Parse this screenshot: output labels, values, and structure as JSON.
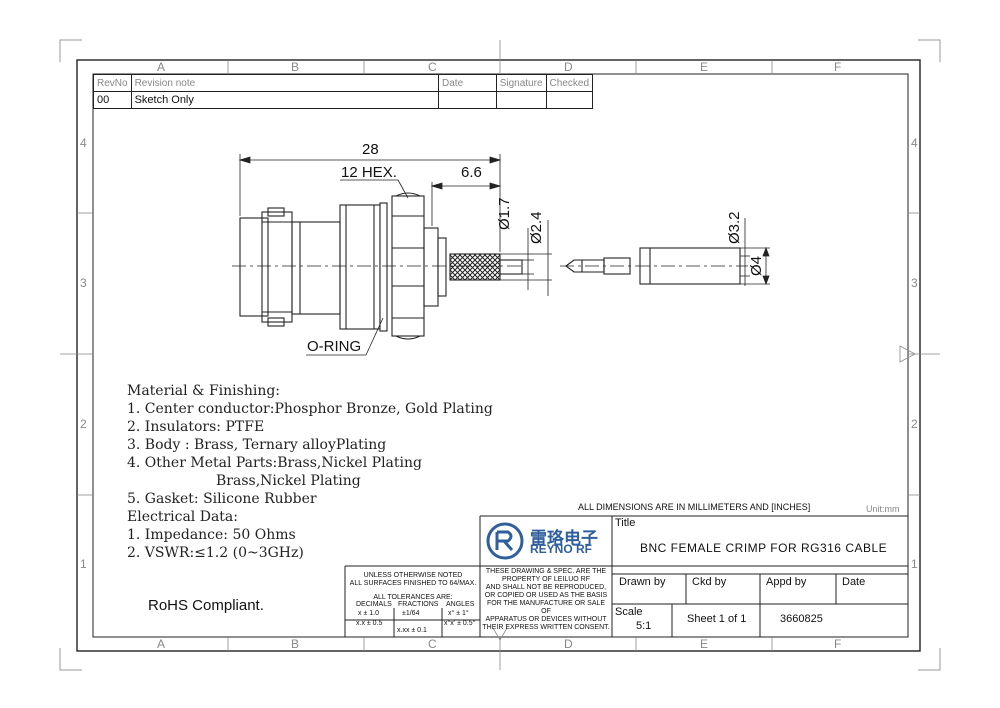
{
  "border": {
    "col_letters": [
      "A",
      "B",
      "C",
      "D",
      "E",
      "F"
    ],
    "row_numbers": [
      "4",
      "3",
      "2",
      "1"
    ]
  },
  "revision_table": {
    "headers": [
      "RevNo",
      "Revision note",
      "Date",
      "Signature",
      "Checked"
    ],
    "rows": [
      [
        "00",
        "Sketch Only",
        "",
        "",
        ""
      ]
    ]
  },
  "dimensions": {
    "overall_length": "28",
    "hex": "12 HEX.",
    "crimp_length": "6.6",
    "dia_1": "Ø1.7",
    "dia_2": "Ø2.4",
    "dia_3": "Ø3.2",
    "dia_4": "Ø4",
    "o_ring": "O-RING"
  },
  "materials": {
    "heading": "Material & Finishing:",
    "lines": [
      "1. Center conductor:Phosphor Bronze, Gold Plating",
      "2. Insulators: PTFE",
      "3. Body : Brass, Ternary alloyPlating",
      "4. Other Metal Parts:Brass,Nickel Plating",
      "                    Brass,Nickel Plating",
      "5. Gasket: Silicone Rubber"
    ],
    "electrical_heading": "Electrical Data:",
    "electrical_lines": [
      "1. Impedance: 50 Ohms",
      "2. VSWR:≤1.2 (0~3GHz)"
    ]
  },
  "rohs": "RoHS Compliant.",
  "title_block": {
    "all_dims": "ALL DIMENSIONS ARE IN MILLIMETERS AND [INCHES]",
    "unit": "Unit:mm",
    "company_cn": "雷珞电子",
    "company_en": "REYNO RF",
    "title_label": "Title",
    "title": "BNC FEMALE CRIMP FOR RG316 CABLE",
    "drawn_by": "Drawn by",
    "ckd_by": "Ckd by",
    "appd_by": "Appd by",
    "date": "Date",
    "scale_label": "Scale",
    "scale": "5:1",
    "sheet": "Sheet 1 of 1",
    "part_no": "3660825",
    "notice": [
      "THESE DRAWING & SPEC. ARE THE",
      "PROPERTY OF LEILUO RF",
      "AND SHALL NOT BE REPRODUCED,",
      "OR COPIED OR USED AS THE BASIS",
      "FOR THE MANUFACTURE OR SALE OF",
      "APPARATUS OR DEVICES WITHOUT",
      "THEIR EXPRESS WRITTEN CONSENT."
    ],
    "tolerance": {
      "line1": "UNLESS OTHERWISE NOTED",
      "line2": "ALL SURFACES FINISHED TO 64/MAX.",
      "line3": "ALL TOLERANCES ARE:",
      "col_decimals": "DECIMALS",
      "col_fractions": "FRACTIONS",
      "col_angles": "ANGLES",
      "dec1": "x ± 1.0",
      "dec2": "x.x ± 0.5",
      "dec3": "x.xx ± 0.1",
      "frac": "±1/64",
      "ang1": "x° ± 1°",
      "ang2": "x°x' ± 0.5°"
    }
  },
  "colors": {
    "line": "#222222",
    "frame": "#9a9a9a",
    "logo_blue": "#2f5f9c"
  }
}
